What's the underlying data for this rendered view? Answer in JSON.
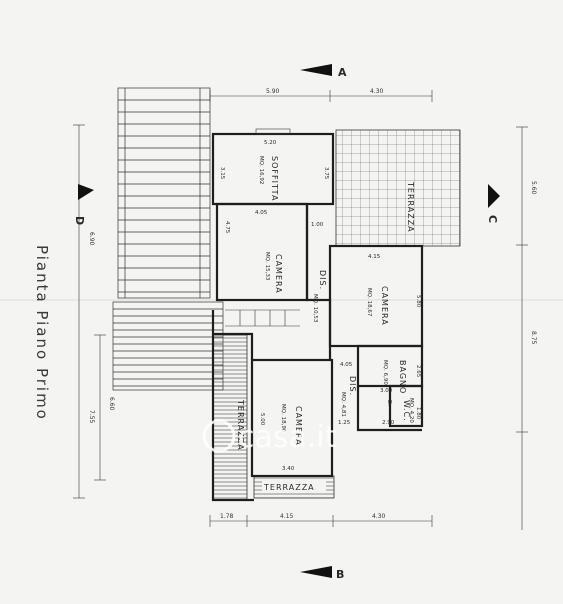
{
  "sheet_title": "Pianta Piano Primo",
  "section_marks": [
    "A",
    "B",
    "C",
    "D"
  ],
  "rooms": {
    "soffitta": {
      "name": "SOFFITTA",
      "area": "MQ. 16,92"
    },
    "camera_1": {
      "name": "CAMERA",
      "area": "MQ. 15,33"
    },
    "camera_2": {
      "name": "CAMERA",
      "area": "MQ. 18,67"
    },
    "camera_3": {
      "name": "CAMERA",
      "area": "MQ. 18,90"
    },
    "bagno": {
      "name": "BAGNO",
      "area": "MQ. 6,90"
    },
    "wc": {
      "name": "W.C.",
      "area": "MQ. 4,20"
    },
    "dis_1": {
      "name": "DIS.",
      "area": "MQ. 10,53"
    },
    "dis_2": {
      "name": "DIS.",
      "area": "MQ. 4,81"
    },
    "terrazza_east": {
      "name": "TERRAZZA"
    },
    "terrazza_west": {
      "name": "TERRAZZA"
    },
    "terrazza_south": {
      "name": "TERRAZZA"
    },
    "d_label": "D."
  },
  "dimensions": {
    "top_left": "5.90",
    "top_right": "4.30",
    "right_upper": "5.60",
    "right_lower": "8.75",
    "left_upper": "6.90",
    "left_mid": "6.60",
    "left_lower": "7.55",
    "bottom_1": "1.78",
    "bottom_2": "4.15",
    "bottom_3": "4.30",
    "soffitta_width": "5.20",
    "soffitta_depth_left": "3.15",
    "soffitta_depth_right": "3.75",
    "camera1_width": "4.05",
    "camera1_depth": "4.75",
    "dis_width": "1.00",
    "camera2_width": "4.15",
    "camera2_depth": "5.80",
    "dis2_width": "4.05",
    "bagno_depth": "2.65",
    "bagno_width": "3.00",
    "wc_width": "2.90",
    "wc_depth": "1.80",
    "small_125": "1.25",
    "camera3_depth": "5.00",
    "camera3_width": "3.40"
  },
  "watermark": "casa.it"
}
